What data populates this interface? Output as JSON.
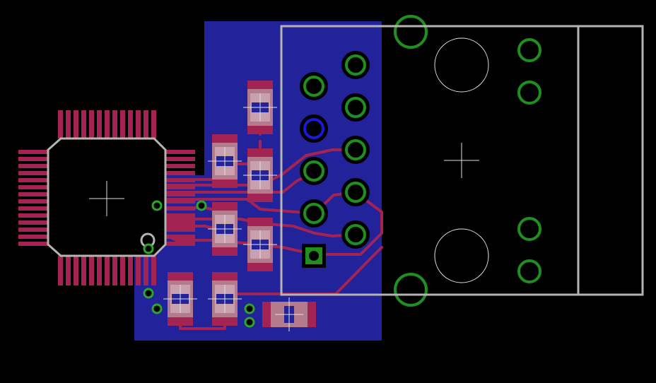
{
  "canvas": {
    "background": "#000000"
  },
  "colors": {
    "copper_pour": "#22229a",
    "trace": "#a32452",
    "pad": "#a32452",
    "pad_highlight": "#b47b8c",
    "silkscreen": "#b4b4b4",
    "via_ring": "#2aa62a",
    "via_hole": "#000000",
    "pin_ring": "#1f7f1f",
    "blue_pad": "#1a1ad6",
    "crosshair": "#e0e0e0"
  },
  "components": [
    {
      "ref": "ic-qfp",
      "kind": "qfp-44"
    },
    {
      "ref": "connector-rj45",
      "kind": "rj45-jack"
    },
    {
      "ref": "passive-1",
      "kind": "chip-passive"
    },
    {
      "ref": "passive-2",
      "kind": "chip-passive"
    },
    {
      "ref": "passive-3",
      "kind": "chip-passive"
    },
    {
      "ref": "passive-4",
      "kind": "chip-passive"
    },
    {
      "ref": "passive-5",
      "kind": "chip-passive"
    },
    {
      "ref": "passive-6",
      "kind": "chip-passive"
    },
    {
      "ref": "passive-7",
      "kind": "chip-passive"
    },
    {
      "ref": "passive-8",
      "kind": "chip-passive"
    }
  ]
}
